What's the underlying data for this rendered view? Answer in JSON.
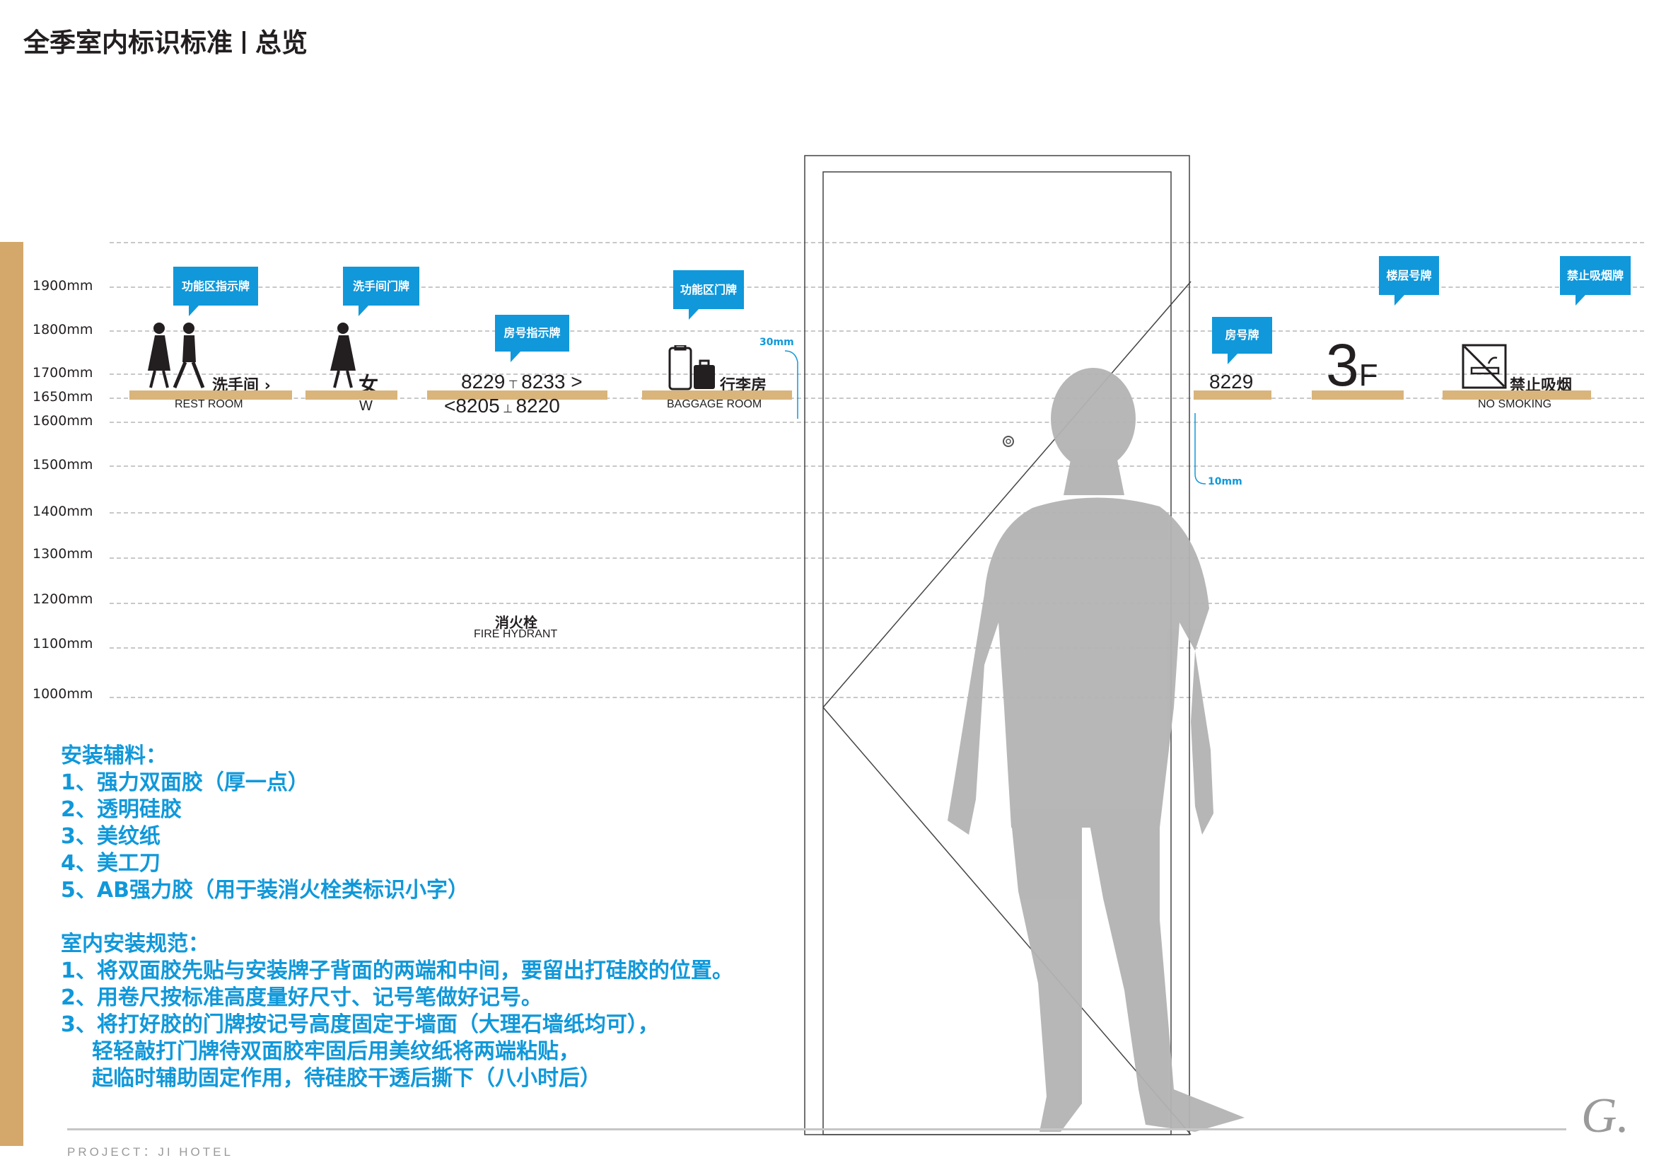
{
  "header": {
    "title": "全季室内标识标准",
    "section": "总览"
  },
  "heights": [
    "1900mm",
    "1800mm",
    "1700mm",
    "1650mm",
    "1600mm",
    "1500mm",
    "1400mm",
    "1300mm",
    "1200mm",
    "1100mm",
    "1000mm"
  ],
  "callouts": {
    "func_direction": "功能区指示牌",
    "restroom_door": "洗手间门牌",
    "room_direction": "房号指示牌",
    "func_door": "功能区门牌",
    "room_number": "房号牌",
    "floor_number": "楼层号牌",
    "no_smoking": "禁止吸烟牌"
  },
  "signs": {
    "restroom_cn": "洗手间",
    "restroom_en": "REST ROOM",
    "women_cn": "女",
    "women_en": "W",
    "room_range_top_a": "8229",
    "room_range_top_b": "8233",
    "room_range_bottom_a": "8205",
    "room_range_bottom_b": "8220",
    "baggage_cn": "行李房",
    "baggage_en": "BAGGAGE ROOM",
    "room_no": "8229",
    "floor": "3",
    "floor_suffix": "F",
    "nosmoking_cn": "禁止吸烟",
    "nosmoking_en": "NO SMOKING",
    "hydrant_cn": "消火栓",
    "hydrant_en": "FIRE HYDRANT"
  },
  "dimensions": {
    "top_offset": "30mm",
    "side_offset": "10mm"
  },
  "notes": {
    "materials_title": "安装辅料：",
    "materials": [
      "1、强力双面胶（厚一点）",
      "2、透明硅胶",
      "3、美纹纸",
      "4、美工刀",
      "5、AB强力胶（用于装消火栓类标识小字）"
    ],
    "spec_title": "室内安装规范：",
    "spec": [
      "1、将双面胶先贴与安装牌子背面的两端和中间，要留出打硅胶的位置。",
      "2、用卷尺按标准高度量好尺寸、记号笔做好记号。",
      "3、将打好胶的门牌按记号高度固定于墙面（大理石墙纸均可），"
    ],
    "spec_cont": [
      "轻轻敲打门牌待双面胶牢固后用美纹纸将两端粘贴，",
      "起临时辅助固定作用，待硅胶干透后撕下（八小时后）"
    ]
  },
  "footer": {
    "project": "PROJECT：JI HOTEL",
    "brand_mark": "G."
  },
  "colors": {
    "accent": "#1098da",
    "wood": "#d9b47b",
    "bar": "#d4a86a"
  }
}
